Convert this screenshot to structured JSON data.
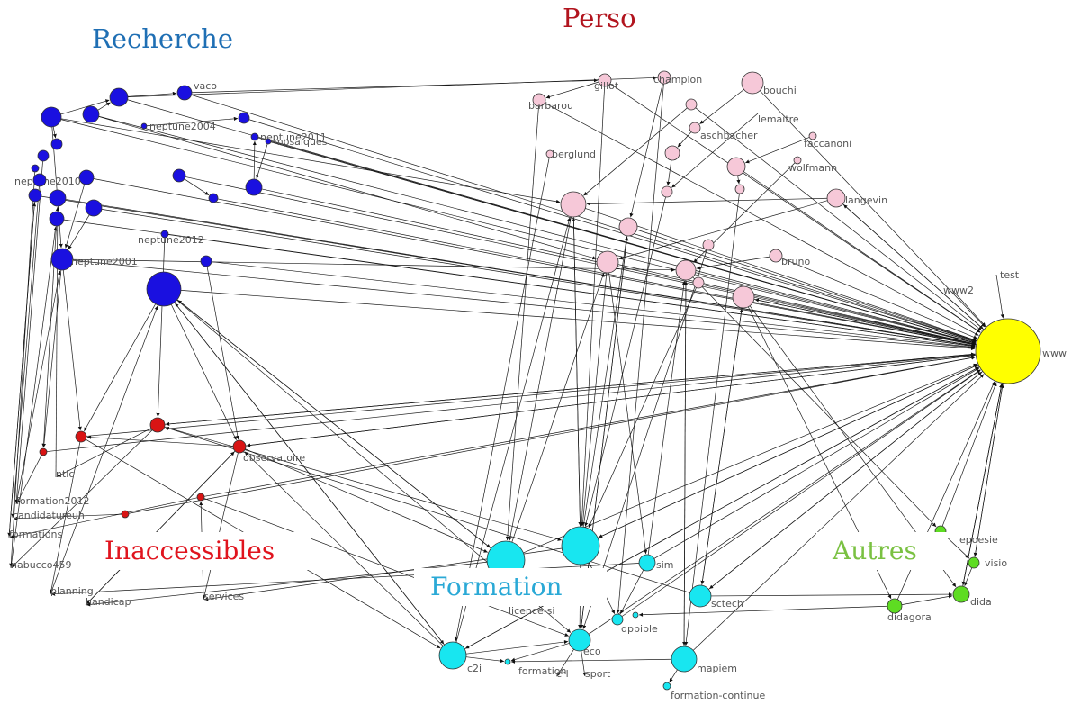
{
  "groups": {
    "recherche": {
      "label": "Recherche",
      "color": "#1f6fb4"
    },
    "perso": {
      "label": "Perso",
      "color": "#b2141e"
    },
    "inaccessibles": {
      "label": "Inaccessibles",
      "color": "#e0141e"
    },
    "formation": {
      "label": "Formation",
      "color": "#2aa9d6"
    },
    "autres": {
      "label": "Autres",
      "color": "#7ac142"
    }
  },
  "node_colors": {
    "recherche": "#1a10e0",
    "perso": "#f6c8d8",
    "inaccessibles": "#d81414",
    "formation": "#18e6f0",
    "autres": "#5edc22",
    "hub": "#ffff00"
  },
  "nodes": [
    {
      "id": "www",
      "label": "www",
      "group": "hub"
    },
    {
      "id": "www2",
      "label": "www2",
      "group": "hub"
    },
    {
      "id": "test",
      "label": "test",
      "group": "hub"
    },
    {
      "id": "vaco",
      "label": "vaco",
      "group": "recherche"
    },
    {
      "id": "neptune2004",
      "label": "neptune2004",
      "group": "recherche"
    },
    {
      "id": "neptune2011",
      "label": "neptune2011",
      "group": "recherche"
    },
    {
      "id": "mosaiques",
      "label": "mosaiques",
      "group": "recherche"
    },
    {
      "id": "neptune2010",
      "label": "neptune2010",
      "group": "recherche"
    },
    {
      "id": "neptune2012",
      "label": "neptune2012",
      "group": "recherche"
    },
    {
      "id": "neptune2001",
      "label": "neptune2001",
      "group": "recherche"
    },
    {
      "id": "r_bigb",
      "label": "",
      "group": "recherche"
    },
    {
      "id": "r_n1",
      "label": "",
      "group": "recherche"
    },
    {
      "id": "r_n2",
      "label": "",
      "group": "recherche"
    },
    {
      "id": "r_n3",
      "label": "",
      "group": "recherche"
    },
    {
      "id": "r_n4",
      "label": "",
      "group": "recherche"
    },
    {
      "id": "r_n5",
      "label": "",
      "group": "recherche"
    },
    {
      "id": "r_n6",
      "label": "",
      "group": "recherche"
    },
    {
      "id": "r_n7",
      "label": "",
      "group": "recherche"
    },
    {
      "id": "r_n8",
      "label": "",
      "group": "recherche"
    },
    {
      "id": "r_n9",
      "label": "",
      "group": "recherche"
    },
    {
      "id": "r_n10",
      "label": "",
      "group": "recherche"
    },
    {
      "id": "r_n11",
      "label": "",
      "group": "recherche"
    },
    {
      "id": "r_n12",
      "label": "",
      "group": "recherche"
    },
    {
      "id": "r_n13",
      "label": "",
      "group": "recherche"
    },
    {
      "id": "r_n14",
      "label": "",
      "group": "recherche"
    },
    {
      "id": "r_n15",
      "label": "",
      "group": "recherche"
    },
    {
      "id": "r_n16",
      "label": "",
      "group": "recherche"
    },
    {
      "id": "gillot",
      "label": "gillot",
      "group": "perso"
    },
    {
      "id": "champion",
      "label": "champion",
      "group": "perso"
    },
    {
      "id": "bouchi",
      "label": "bouchi",
      "group": "perso"
    },
    {
      "id": "barbarou",
      "label": "barbarou",
      "group": "perso"
    },
    {
      "id": "lemaitre",
      "label": "lemaitre",
      "group": "perso"
    },
    {
      "id": "faccanoni",
      "label": "faccanoni",
      "group": "perso"
    },
    {
      "id": "aschbacher",
      "label": "aschbacher",
      "group": "perso"
    },
    {
      "id": "wolfmann",
      "label": "wolfmann",
      "group": "perso"
    },
    {
      "id": "berglund",
      "label": "berglund",
      "group": "perso"
    },
    {
      "id": "langevin",
      "label": "langevin",
      "group": "perso"
    },
    {
      "id": "bruno",
      "label": "bruno",
      "group": "perso"
    },
    {
      "id": "p_big",
      "label": "",
      "group": "perso"
    },
    {
      "id": "p_a",
      "label": "",
      "group": "perso"
    },
    {
      "id": "p_b",
      "label": "",
      "group": "perso"
    },
    {
      "id": "p_c",
      "label": "",
      "group": "perso"
    },
    {
      "id": "p_d",
      "label": "",
      "group": "perso"
    },
    {
      "id": "p_e",
      "label": "",
      "group": "perso"
    },
    {
      "id": "p_f",
      "label": "",
      "group": "perso"
    },
    {
      "id": "p_g",
      "label": "",
      "group": "perso"
    },
    {
      "id": "p_h",
      "label": "",
      "group": "perso"
    },
    {
      "id": "p_i",
      "label": "",
      "group": "perso"
    },
    {
      "id": "p_j",
      "label": "",
      "group": "perso"
    },
    {
      "id": "p_k",
      "label": "",
      "group": "perso"
    },
    {
      "id": "observatoire",
      "label": "observatoire",
      "group": "inaccessibles"
    },
    {
      "id": "i_a",
      "label": "",
      "group": "inaccessibles"
    },
    {
      "id": "i_b",
      "label": "",
      "group": "inaccessibles"
    },
    {
      "id": "i_c",
      "label": "",
      "group": "inaccessibles"
    },
    {
      "id": "i_d",
      "label": "",
      "group": "inaccessibles"
    },
    {
      "id": "i_e",
      "label": "",
      "group": "inaccessibles"
    },
    {
      "id": "formation2012",
      "label": "formation2012",
      "group": "inaccessibles"
    },
    {
      "id": "formations",
      "label": "formations",
      "group": "inaccessibles"
    },
    {
      "id": "candidatureuh",
      "label": "candidatureuh",
      "group": "inaccessibles"
    },
    {
      "id": "nabucco",
      "label": "nabucco459",
      "group": "inaccessibles"
    },
    {
      "id": "planning",
      "label": "planning",
      "group": "inaccessibles"
    },
    {
      "id": "handicap",
      "label": "handicap",
      "group": "inaccessibles"
    },
    {
      "id": "services",
      "label": "services",
      "group": "inaccessibles"
    },
    {
      "id": "ntic",
      "label": "ntic",
      "group": "inaccessibles"
    },
    {
      "id": "f_big",
      "label": "",
      "group": "formation"
    },
    {
      "id": "f_big2",
      "label": "",
      "group": "formation"
    },
    {
      "id": "sim",
      "label": "sim",
      "group": "formation"
    },
    {
      "id": "sctech",
      "label": "sctech",
      "group": "formation"
    },
    {
      "id": "c2i",
      "label": "c2i",
      "group": "formation"
    },
    {
      "id": "eco",
      "label": "eco",
      "group": "formation"
    },
    {
      "id": "mapiem",
      "label": "mapiem",
      "group": "formation"
    },
    {
      "id": "formation",
      "label": "formation",
      "group": "formation"
    },
    {
      "id": "crl",
      "label": "crl",
      "group": "formation"
    },
    {
      "id": "sport",
      "label": "sport",
      "group": "formation"
    },
    {
      "id": "formation-continue",
      "label": "formation-continue",
      "group": "formation"
    },
    {
      "id": "dpbible",
      "label": "dpbible",
      "group": "formation"
    },
    {
      "id": "licence",
      "label": "licence-si",
      "group": "formation"
    },
    {
      "id": "f_s",
      "label": "",
      "group": "formation"
    },
    {
      "id": "epoesie",
      "label": "epoesie",
      "group": "autres"
    },
    {
      "id": "visio",
      "label": "visio",
      "group": "autres"
    },
    {
      "id": "dida",
      "label": "dida",
      "group": "autres"
    },
    {
      "id": "didagora",
      "label": "didagora",
      "group": "autres"
    },
    {
      "id": "a_top",
      "label": "",
      "group": "autres"
    }
  ]
}
